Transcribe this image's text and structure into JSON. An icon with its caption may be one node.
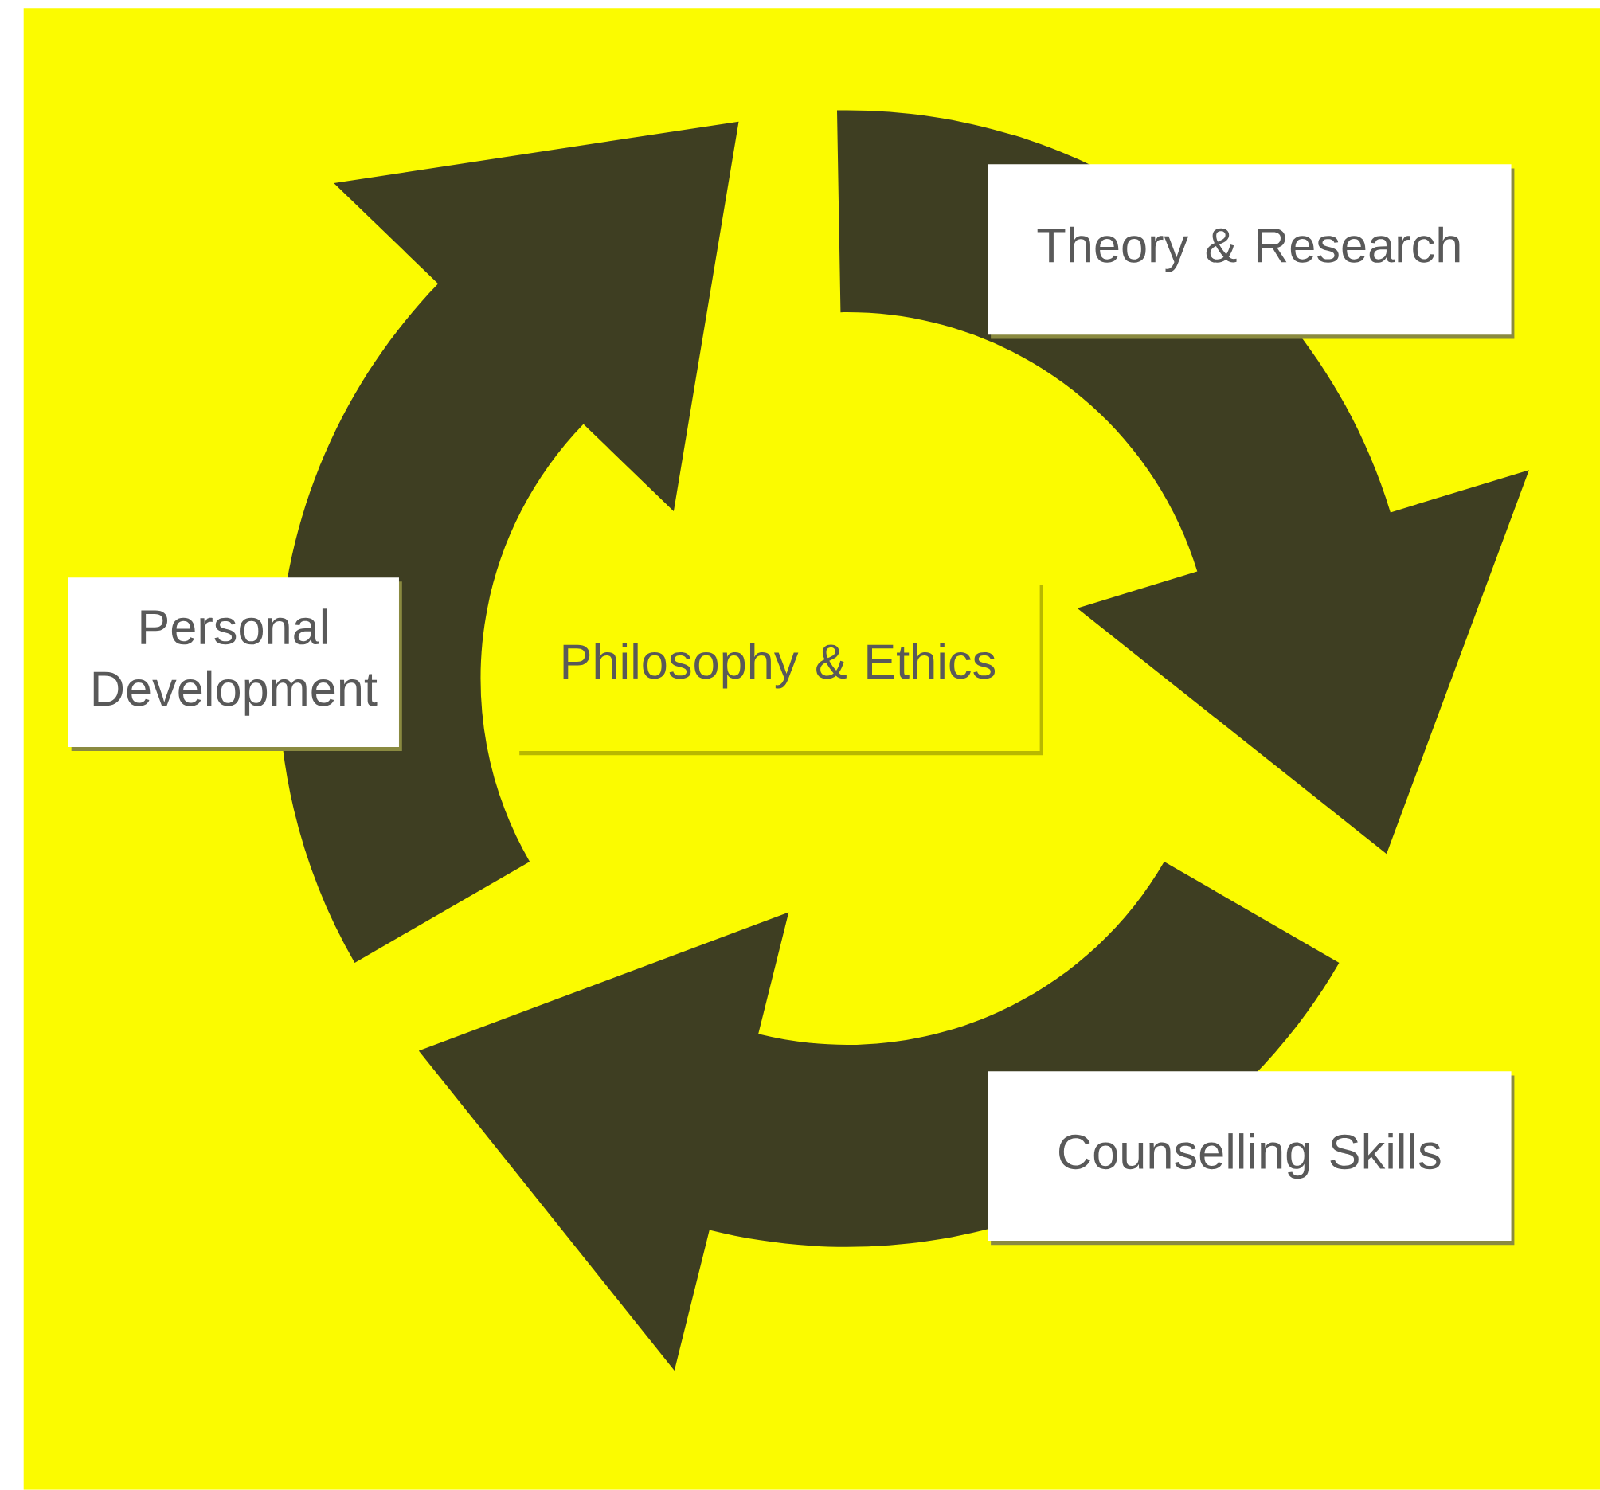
{
  "diagram": {
    "nodes": [
      {
        "text": [
          "Theory & Research"
        ]
      },
      {
        "text": [
          "Personal Development"
        ]
      },
      {
        "text": [
          "Philosophy & Ethics"
        ]
      },
      {
        "text": [
          "Counselling Skills"
        ]
      }
    ],
    "edges": [
      {
        "from": 1,
        "to": null,
        "arrow": "to",
        "style": "thick"
      },
      {
        "from": 0,
        "to": null,
        "arrow": "to",
        "style": "thick"
      },
      {
        "from": 3,
        "to": null,
        "arrow": "to",
        "style": "thick"
      }
    ]
  }
}
